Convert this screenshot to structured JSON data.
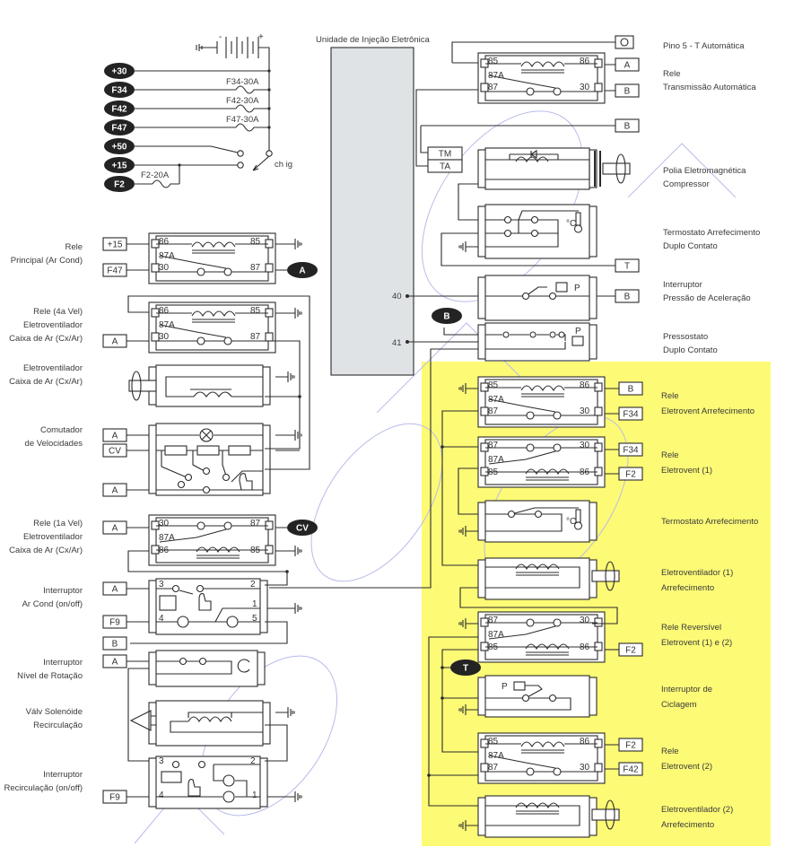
{
  "colors": {
    "highlight_background": "#fdfa76",
    "line": "#2b2b2b",
    "ecu_fill": "#dfe3e6",
    "oval_fill": "#232323",
    "highlight_label_text": "#1c1c9c",
    "watermark": "#b8bce8"
  },
  "power_supply": {
    "bus_labels": [
      "+30",
      "F34",
      "F42",
      "F47",
      "+50",
      "+15",
      "F2"
    ],
    "fuses": [
      "F34-30A",
      "F42-30A",
      "F47-30A",
      "F2-20A"
    ],
    "ignition_switch_label": "ch ig",
    "battery_minus": "-",
    "battery_plus": "+"
  },
  "ecu": {
    "title": "Unidade de Injeção Eletrônica",
    "pins": [
      "40",
      "41"
    ]
  },
  "left_components": [
    {
      "label": [
        "Rele",
        "Principal (Ar Cond)"
      ],
      "pins": [
        "86",
        "85",
        "87A",
        "30",
        "87"
      ],
      "tags": [
        "+15",
        "F47"
      ],
      "output_oval": "A"
    },
    {
      "label": [
        "Rele (4a Vel)",
        "Eletroventilador",
        "Caixa de Ar (Cx/Ar)"
      ],
      "pins": [
        "86",
        "85",
        "87A",
        "30",
        "87"
      ],
      "tags": [
        "A"
      ]
    },
    {
      "label": [
        "Eletroventilador",
        "Caixa de Ar (Cx/Ar)"
      ]
    },
    {
      "label": [
        "Comutador",
        "de Velocidades"
      ],
      "tags": [
        "A",
        "CV",
        "A"
      ]
    },
    {
      "label": [
        "Rele (1a Vel)",
        "Eletroventilador",
        "Caixa de Ar (Cx/Ar)"
      ],
      "pins": [
        "30",
        "87",
        "87A",
        "86",
        "85"
      ],
      "tags": [
        "A"
      ],
      "output_oval": "CV"
    },
    {
      "label": [
        "Interruptor",
        "Ar Cond (on/off)"
      ],
      "pins": [
        "3",
        "2",
        "1",
        "4",
        "5"
      ],
      "tags": [
        "A",
        "F9",
        "B"
      ]
    },
    {
      "label": [
        "Interruptor",
        "Nível de Rotação"
      ],
      "tags": [
        "A"
      ]
    },
    {
      "label": [
        "Válv Solenóide",
        "Recirculação"
      ]
    },
    {
      "label": [
        "Interruptor",
        "Recirculação (on/off)"
      ],
      "pins": [
        "3",
        "2",
        "4",
        "1"
      ],
      "tags": [
        "F9"
      ]
    }
  ],
  "right_components": [
    {
      "label": [
        "Pino 5 - T Automática"
      ]
    },
    {
      "label": [
        "Rele",
        "Transmissão Automática"
      ],
      "pins": [
        "85",
        "86",
        "87A",
        "87",
        "30"
      ],
      "tags": [
        "A",
        "B"
      ]
    },
    {
      "label": [
        "Polia Eletromagnética",
        "Compressor"
      ],
      "tags": [
        "B",
        "TM",
        "TA"
      ]
    },
    {
      "label": [
        "Termostato Arrefecimento",
        "Duplo Contato"
      ],
      "symbol": "°C",
      "tags": [
        "T"
      ]
    },
    {
      "label": [
        "Interruptor",
        "Pressão de Aceleração"
      ],
      "symbol": "P",
      "tags": [
        "B"
      ]
    },
    {
      "label": [
        "Pressostato",
        "Duplo Contato"
      ],
      "symbol": "P",
      "input_oval": "B"
    }
  ],
  "highlighted_components": [
    {
      "label": [
        "Rele",
        "Eletrovent Arrefecimento"
      ],
      "pins": [
        "85",
        "86",
        "87A",
        "87",
        "30"
      ],
      "tags": [
        "B",
        "F34"
      ]
    },
    {
      "label": [
        "Rele",
        "Eletrovent (1)"
      ],
      "pins": [
        "87",
        "30",
        "87A",
        "85",
        "86"
      ],
      "tags": [
        "F34",
        "F2"
      ]
    },
    {
      "label": [
        "Termostato Arrefecimento"
      ],
      "symbol": "°C"
    },
    {
      "label": [
        "Eletroventilador (1)",
        "Arrefecimento"
      ]
    },
    {
      "label": [
        "Rele Reversível",
        "Eletrovent (1) e (2)"
      ],
      "pins": [
        "87",
        "30",
        "87A",
        "85",
        "86"
      ],
      "tags": [
        "F2"
      ]
    },
    {
      "label": [
        "Interruptor de",
        "Ciclagem"
      ],
      "symbol": "P",
      "oval": "T"
    },
    {
      "label": [
        "Rele",
        "Eletrovent (2)"
      ],
      "pins": [
        "85",
        "86",
        "87A",
        "87",
        "30"
      ],
      "tags": [
        "F2",
        "F42"
      ]
    },
    {
      "label": [
        "Eletroventilador (2)",
        "Arrefecimento"
      ]
    }
  ],
  "symbols": {
    "temperature": "°C",
    "pressure": "P"
  }
}
